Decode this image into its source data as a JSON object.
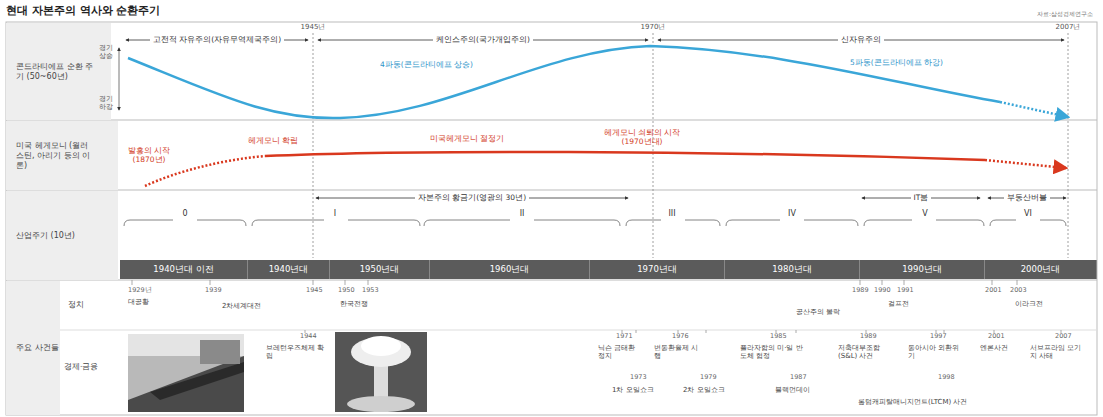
{
  "diagram": {
    "title": "현대 자본주의 역사와 순환주기",
    "nodes": [
      {
        "text": [
          "콘드라티에프 순환 주기 (50~60년)"
        ]
      },
      {
        "text": [
          "미국 헤게모니 (월러스틴, 아리기 등의 이론)"
        ]
      },
      {
        "text": [
          "산업주기 (10년)"
        ]
      },
      {
        "text": [
          "주요 사건들"
        ]
      },
      {
        "text": [
          "1940년대 이전"
        ]
      },
      {
        "text": [
          "1940년대"
        ]
      },
      {
        "text": [
          "1950년대"
        ]
      },
      {
        "text": [
          "1960년대"
        ]
      },
      {
        "text": [
          "1970년대"
        ]
      },
      {
        "text": [
          "1980년대"
        ]
      },
      {
        "text": [
          "1990년대"
        ]
      },
      {
        "text": [
          "2000년대"
        ]
      }
    ],
    "labels": [
      "자료:삼성경제연구소",
      "1945년",
      "1970년",
      "2007년",
      "고전적 자유주의(자유무역제국주의)",
      "케인스주의(국가개입주의)",
      "신자유주의",
      "경기 상승",
      "경기 하강",
      "4파동(콘드라티에프 상승)",
      "5파동(콘드라티에프 하강)",
      "발흥의 시작 (1870년)",
      "헤게모니 확립",
      "미국헤게모니 절정기",
      "헤게모니 쇠퇴의 시작 (1970년대)",
      "자본주의 황금기(영광의 30년)",
      "IT붐",
      "부동산버블",
      "0",
      "I",
      "II",
      "III",
      "IV",
      "V",
      "VI",
      "정치",
      "경제·금융",
      "1929년",
      "대공황",
      "1939",
      "2차세계대전",
      "1945",
      "1950",
      "1953",
      "한국전쟁",
      "1989",
      "공산주의 몰락",
      "1990",
      "1991",
      "걸프전",
      "2001",
      "2003",
      "이라크전",
      "1944",
      "브레턴우즈체제 확립",
      "1971",
      "닉슨 금태환 정지",
      "1973",
      "1차 오일쇼크",
      "1976",
      "변동환율제 시행",
      "1979",
      "2차 오일쇼크",
      "1985",
      "플라자합의 미·일 반도체 협정",
      "1987",
      "블랙먼데이",
      "1989",
      "저축대부조합 (S&L) 사건",
      "1997",
      "동아시아 외환위기",
      "1998",
      "롱텀캐피탈매니지먼트(LTCM) 사건",
      "2001",
      "엔론사건",
      "2007",
      "서브프라임 모기지 사태"
    ]
  }
}
